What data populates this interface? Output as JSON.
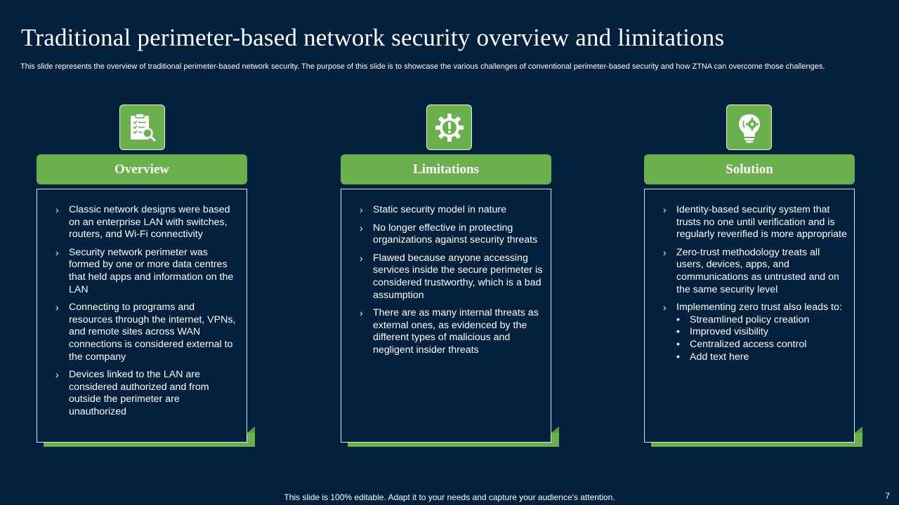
{
  "title": "Traditional perimeter-based network security overview and limitations",
  "subtitle": "This slide represents the overview of traditional perimeter-based network security. The purpose of this slide is to showcase the various challenges of conventional perimeter-based security and how ZTNA can overcome those challenges.",
  "colors": {
    "background": "#03203d",
    "accent": "#6ab04c",
    "text": "#ffffff"
  },
  "columns": [
    {
      "icon": "clipboard-search-icon",
      "heading": "Overview",
      "items": [
        "Classic network designs were based on an enterprise LAN with switches, routers, and Wi-Fi connectivity",
        "Security network perimeter was formed by one or more data centres that held apps and information on the LAN",
        "Connecting to programs and resources through the internet, VPNs, and remote sites across WAN connections is considered external to the company",
        "Devices linked to the LAN are considered authorized and from outside the perimeter are unauthorized"
      ]
    },
    {
      "icon": "gear-warning-icon",
      "heading": "Limitations",
      "items": [
        "Static security model in nature",
        "No longer effective in protecting organizations against security threats",
        "Flawed because anyone accessing services inside the secure perimeter is considered trustworthy, which is a bad assumption",
        "There are as many internal threats as external ones, as evidenced by the different types of malicious and negligent insider threats"
      ]
    },
    {
      "icon": "lightbulb-gear-icon",
      "heading": "Solution",
      "items": [
        "Identity-based security system that trusts no one until verification and is regularly reverified is more appropriate",
        "Zero-trust methodology treats all users, devices, apps, and communications as untrusted and on the same security level",
        "Implementing zero trust also leads to:"
      ],
      "subitems": [
        "Streamlined policy creation",
        "Improved visibility",
        "Centralized access control",
        "Add text here"
      ]
    }
  ],
  "footer": "This slide is 100% editable. Adapt it to your needs and capture your audience's attention.",
  "page_number": "7"
}
